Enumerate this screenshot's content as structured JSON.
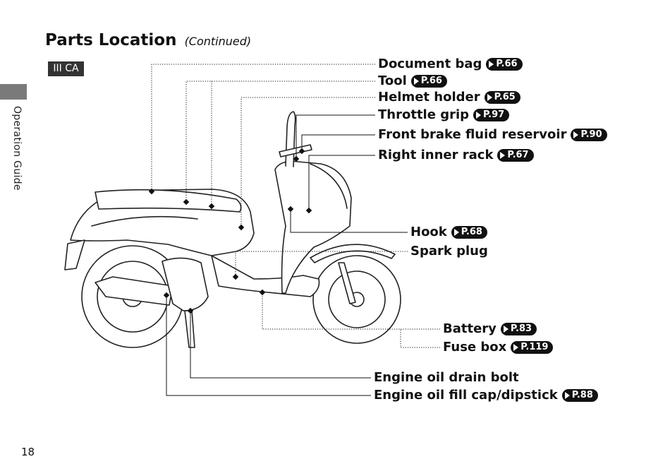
{
  "header": {
    "title": "Parts Location",
    "continued": "(Continued)",
    "badge": "III CA"
  },
  "side_tab": {
    "label": "Operation Guide"
  },
  "page_number": "18",
  "parts": [
    {
      "label": "Document bag",
      "ref": "P.66"
    },
    {
      "label": "Tool",
      "ref": "P.66"
    },
    {
      "label": "Helmet holder",
      "ref": "P.65"
    },
    {
      "label": "Throttle grip",
      "ref": "P.97"
    },
    {
      "label": "Front brake fluid reservoir",
      "ref": "P.90"
    },
    {
      "label": "Right inner rack",
      "ref": "P.67"
    },
    {
      "label": "Hook",
      "ref": "P.68"
    },
    {
      "label": "Spark plug",
      "ref": ""
    },
    {
      "label": "Battery",
      "ref": "P.83"
    },
    {
      "label": "Fuse box",
      "ref": "P.119"
    },
    {
      "label": "Engine oil drain bolt",
      "ref": ""
    },
    {
      "label": "Engine oil fill cap/dipstick",
      "ref": "P.88"
    }
  ]
}
